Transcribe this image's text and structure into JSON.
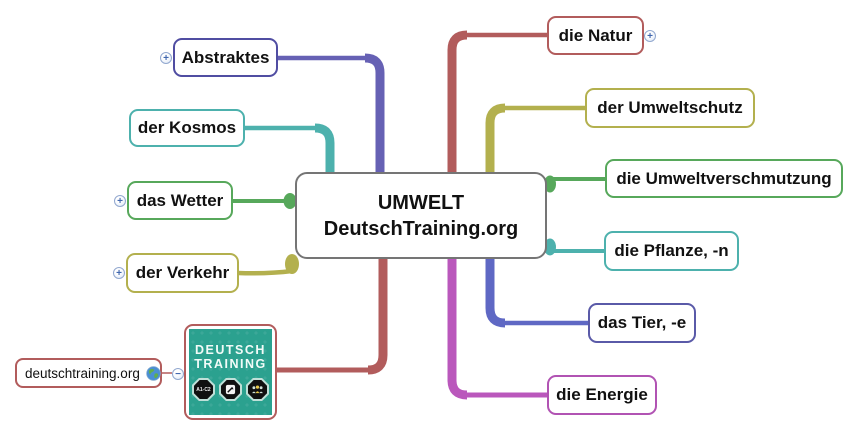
{
  "central_topic": {
    "line1": "UMWELT",
    "line2": "DeutschTraining.org"
  },
  "nodes": {
    "abstraktes": {
      "label": "Abstraktes"
    },
    "kosmos": {
      "label": "der Kosmos"
    },
    "wetter": {
      "label": "das Wetter"
    },
    "verkehr": {
      "label": "der Verkehr"
    },
    "natur": {
      "label": "die Natur"
    },
    "umweltschutz": {
      "label": "der Umweltschutz"
    },
    "umweltverschmutzung": {
      "label": "die Umweltverschmutzung"
    },
    "pflanze": {
      "label": "die Pflanze, -n"
    },
    "tier": {
      "label": "das Tier, -e"
    },
    "energie": {
      "label": "die Energie"
    }
  },
  "link_node": {
    "label": "deutschtraining.org",
    "icon": "globe-icon"
  },
  "image_node": {
    "brand_line1": "DEUTSCH",
    "brand_line2": "TRAINING",
    "level_badge": "A1-C2",
    "icons": {
      "first": "level-badge",
      "second": "chart-icon",
      "third": "people-icon"
    }
  },
  "expanders": {
    "plus": "+",
    "minus": "−"
  },
  "palette": {
    "central_border": "#757575",
    "indigo": "#504da2",
    "purple_branch": "#6661b4",
    "teal": "#4db1ad",
    "green": "#57a85b",
    "olive": "#b3b04e",
    "maroon": "#b25c5c",
    "blue_branch": "#5f68c4",
    "tier_indigo": "#5a5aa8",
    "magenta": "#b153b3",
    "image_background": "#2ba18f"
  }
}
